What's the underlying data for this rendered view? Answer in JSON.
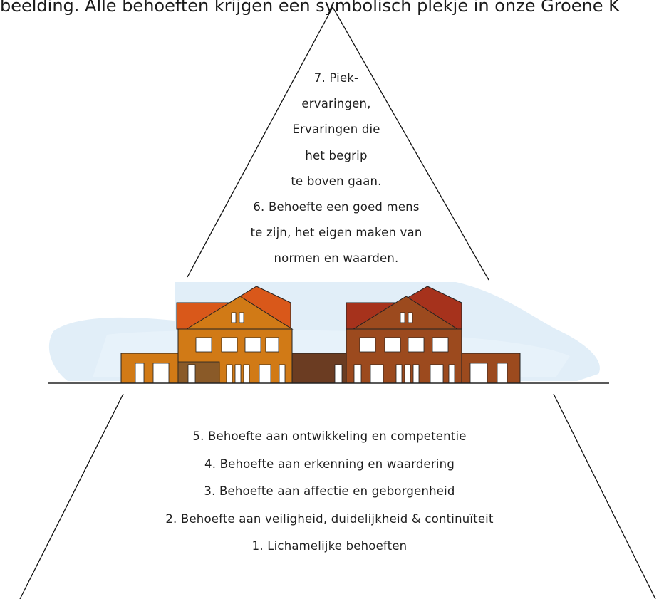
{
  "header": {
    "caption_fragment": "beelding. Alle behoeften krijgen een symbolisch plekje in onze Groene K"
  },
  "pyramid": {
    "top_lines": [
      "7. Piek-",
      "ervaringen,",
      "Ervaringen die",
      "het begrip",
      "te boven gaan.",
      "6. Behoefte een goed mens",
      "te zijn, het eigen maken van",
      "normen en waarden."
    ],
    "bottom_lines": [
      "5. Behoefte aan ontwikkeling en competentie",
      "4. Behoefte aan erkenning en waardering",
      "3. Behoefte aan affectie en geborgenheid",
      "2. Behoefte aan veiligheid, duidelijkheid & continuïteit",
      "1. Lichamelijke behoeften"
    ]
  },
  "colors": {
    "line": "#111111",
    "sky_wash": "#dcebf7",
    "roof_left": "#d9581a",
    "wall_left": "#d17a16",
    "roof_right": "#a6321c",
    "wall_right": "#9c4a1e",
    "connector": "#6b3c22",
    "window": "#ffffff"
  }
}
